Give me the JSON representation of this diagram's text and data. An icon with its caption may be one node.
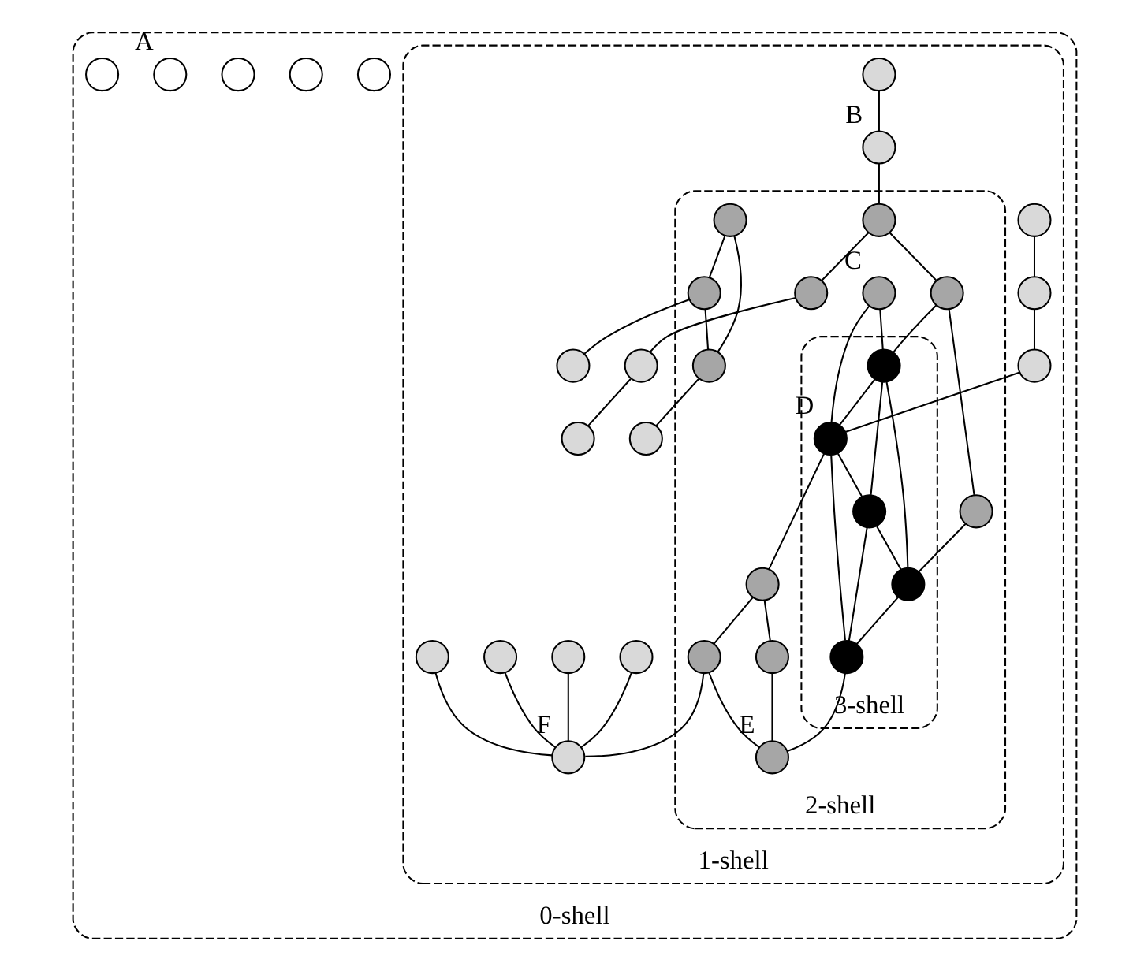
{
  "diagram": {
    "nodes": [
      {
        "text": [
          "0-shell"
        ]
      },
      {
        "text": [
          "1-shell"
        ],
        "in": 0
      },
      {
        "text": [
          "2-shell"
        ],
        "in": 1
      },
      {
        "text": [
          "3-shell"
        ],
        "in": 2
      },
      {
        "text": [],
        "shape": "circle",
        "in": 0
      },
      {
        "text": [],
        "shape": "circle",
        "in": 0
      },
      {
        "text": [],
        "shape": "circle",
        "in": 1
      },
      {
        "text": [],
        "shape": "circle",
        "in": 1
      },
      {
        "text": [],
        "shape": "circle",
        "in": 1
      },
      {
        "text": [],
        "shape": "circle",
        "in": 2,
        "beside": [
          "C"
        ]
      },
      {
        "text": [],
        "shape": "circle",
        "in": 1
      },
      {
        "text": [],
        "shape": "circle",
        "in": 1
      },
      {
        "text": [],
        "shape": "circle",
        "in": 1
      },
      {
        "text": [],
        "shape": "circle",
        "in": 1,
        "beside": [
          "B"
        ]
      },
      {
        "text": [],
        "shape": "circle",
        "in": 2
      },
      {
        "text": [],
        "shape": "circle",
        "in": 3
      },
      {
        "text": [],
        "shape": "circle",
        "in": 3,
        "beside": [
          "D"
        ]
      },
      {
        "text": [],
        "shape": "circle",
        "in": 2
      },
      {
        "text": [],
        "shape": "circle",
        "in": 2
      },
      {
        "text": [],
        "shape": "circle",
        "in": 3
      },
      {
        "text": [],
        "shape": "circle",
        "in": 2
      },
      {
        "text": [],
        "shape": "circle",
        "in": 2
      },
      {
        "text": [],
        "shape": "circle",
        "in": 1,
        "beside": [
          "F"
        ]
      },
      {
        "text": [],
        "shape": "circle",
        "in": 2
      },
      {
        "text": [],
        "shape": "circle",
        "in": 3
      },
      {
        "text": [],
        "shape": "circle",
        "in": 3
      },
      {
        "text": [],
        "shape": "circle",
        "in": 2
      },
      {
        "text": [],
        "shape": "circle",
        "in": 2,
        "beside": [
          "E"
        ]
      },
      {
        "text": [],
        "shape": "circle",
        "in": 1
      },
      {
        "text": [],
        "shape": "circle",
        "in": 1
      },
      {
        "text": [],
        "shape": "circle",
        "in": 1
      },
      {
        "text": [],
        "shape": "circle",
        "in": 0
      },
      {
        "text": [],
        "shape": "circle",
        "in": 0,
        "beside": [
          "A"
        ]
      },
      {
        "text": [],
        "shape": "circle",
        "in": 2
      },
      {
        "text": [],
        "shape": "circle",
        "in": 2
      },
      {
        "text": [],
        "shape": "circle",
        "in": 2
      },
      {
        "text": [],
        "shape": "circle",
        "in": 1
      },
      {
        "text": [],
        "shape": "circle",
        "in": 1
      },
      {
        "text": [],
        "shape": "circle",
        "in": 1
      },
      {
        "text": [],
        "shape": "circle",
        "in": 0
      }
    ],
    "edges": [
      {
        "from": 6,
        "to": 7,
        "arrow": "none"
      },
      {
        "from": 7,
        "to": 8,
        "arrow": "none"
      },
      {
        "from": 8,
        "to": 16,
        "arrow": "none"
      },
      {
        "from": 9,
        "to": 15,
        "arrow": "none"
      },
      {
        "from": 9,
        "to": 16,
        "arrow": "none"
      },
      {
        "from": 10,
        "to": 13,
        "arrow": "none"
      },
      {
        "from": 13,
        "to": 18,
        "arrow": "none"
      },
      {
        "from": 18,
        "to": 14,
        "arrow": "none"
      },
      {
        "from": 18,
        "to": 26,
        "arrow": "none"
      },
      {
        "from": 14,
        "to": 23,
        "arrow": "none"
      },
      {
        "from": 14,
        "to": 15,
        "arrow": "none"
      },
      {
        "from": 23,
        "to": 24,
        "arrow": "none"
      },
      {
        "from": 26,
        "to": 30,
        "arrow": "none"
      },
      {
        "from": 30,
        "to": 36,
        "arrow": "none"
      },
      {
        "from": 15,
        "to": 16,
        "arrow": "none"
      },
      {
        "from": 15,
        "to": 19,
        "arrow": "none"
      },
      {
        "from": 15,
        "to": 24,
        "arrow": "none"
      },
      {
        "from": 16,
        "to": 19,
        "arrow": "none"
      },
      {
        "from": 16,
        "to": 25,
        "arrow": "none"
      },
      {
        "from": 19,
        "to": 24,
        "arrow": "none"
      },
      {
        "from": 19,
        "to": 25,
        "arrow": "none"
      },
      {
        "from": 24,
        "to": 25,
        "arrow": "none"
      },
      {
        "from": 16,
        "to": 17,
        "arrow": "none"
      },
      {
        "from": 17,
        "to": 21,
        "arrow": "none"
      },
      {
        "from": 17,
        "to": 20,
        "arrow": "none"
      },
      {
        "from": 20,
        "to": 27,
        "arrow": "none"
      },
      {
        "from": 21,
        "to": 27,
        "arrow": "none"
      },
      {
        "from": 25,
        "to": 27,
        "arrow": "none"
      },
      {
        "from": 21,
        "to": 22,
        "arrow": "none"
      },
      {
        "from": 11,
        "to": 22,
        "arrow": "none"
      },
      {
        "from": 12,
        "to": 22,
        "arrow": "none"
      },
      {
        "from": 28,
        "to": 22,
        "arrow": "none"
      },
      {
        "from": 29,
        "to": 22,
        "arrow": "none"
      },
      {
        "from": 33,
        "to": 34,
        "arrow": "none"
      },
      {
        "from": 33,
        "to": 35,
        "arrow": "none"
      },
      {
        "from": 34,
        "to": 35,
        "arrow": "none"
      },
      {
        "from": 34,
        "to": 37,
        "arrow": "none"
      },
      {
        "from": 35,
        "to": 38,
        "arrow": "none"
      }
    ]
  }
}
